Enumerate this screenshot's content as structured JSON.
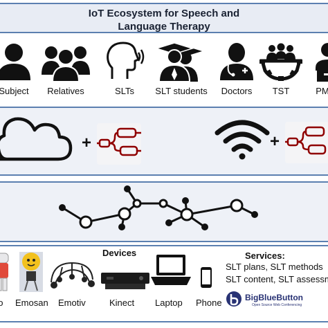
{
  "title": {
    "line1": "IoT Ecosystem for Speech and",
    "line2": "Language Therapy"
  },
  "stakeholders": [
    {
      "label": "Subject",
      "icon": "person-icon"
    },
    {
      "label": "Relatives",
      "icon": "group-icon"
    },
    {
      "label": "SLTs",
      "icon": "speaking-head-icon"
    },
    {
      "label": "SLT students",
      "icon": "graduate-students-icon"
    },
    {
      "label": "Doctors",
      "icon": "doctor-icon"
    },
    {
      "label": "TST",
      "icon": "team-gear-icon"
    },
    {
      "label": "PM",
      "icon": "manager-icon"
    }
  ],
  "connectivity": {
    "plus1": "+",
    "plus2": "+"
  },
  "devices": {
    "header": "Devices",
    "items": [
      {
        "label": "ao",
        "icon": "nao-robot-icon"
      },
      {
        "label": "Emosan",
        "icon": "emosan-robot-icon"
      },
      {
        "label": "Emotiv",
        "icon": "eeg-headset-icon"
      },
      {
        "label": "Kinect",
        "icon": "kinect-sensor-icon"
      },
      {
        "label": "Laptop",
        "icon": "laptop-icon"
      },
      {
        "label": "Phone",
        "icon": "phone-icon"
      }
    ]
  },
  "services": {
    "header": "Services:",
    "lines": [
      "SLT plans, SLT methods",
      "SLT content, SLT assessm"
    ],
    "logo_text": "BigBlueButton",
    "logo_subtext": "Open Source Web Conferencing"
  },
  "colors": {
    "border": "#5b7fb0",
    "panel": "#eef1f7",
    "nodered": "#8f0000",
    "icon": "#111111",
    "bbb_blue": "#283274"
  }
}
